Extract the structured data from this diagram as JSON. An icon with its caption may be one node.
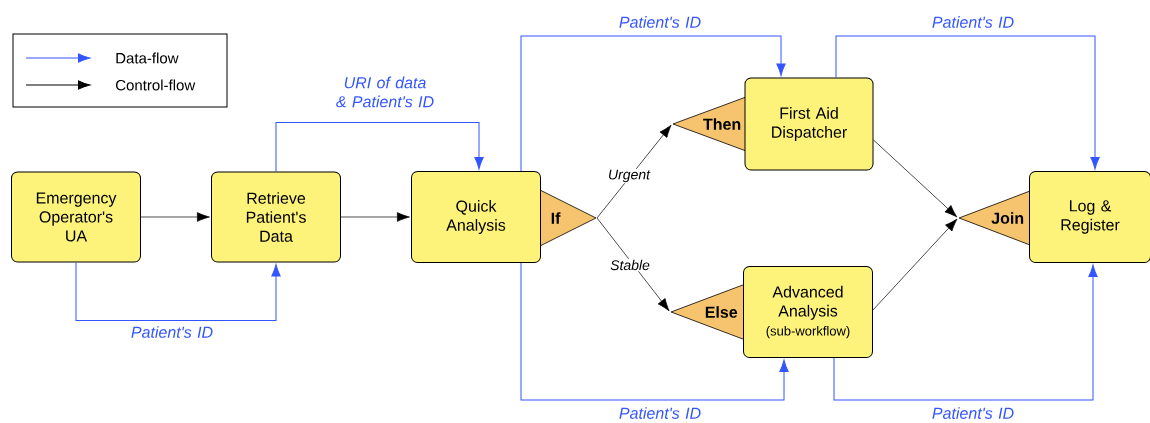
{
  "diagram": {
    "nodes": [
      {
        "text": [
          "Emergency Operator's UA"
        ]
      },
      {
        "text": [
          "Retrieve Patient's Data"
        ]
      },
      {
        "text": [
          "Quick Analysis"
        ]
      },
      {
        "text": [
          "If"
        ]
      },
      {
        "text": [
          "First Aid Dispatcher"
        ]
      },
      {
        "text": [
          "Then"
        ]
      },
      {
        "text": [
          "Advanced Analysis",
          "(sub-workflow)"
        ]
      },
      {
        "text": [
          "Else"
        ]
      },
      {
        "text": [
          "Log & Register"
        ]
      },
      {
        "text": [
          "Join"
        ]
      }
    ],
    "edges": [
      {
        "from": 0,
        "to": 1,
        "arrow": "to",
        "color": "#000000"
      },
      {
        "from": 1,
        "to": 2,
        "arrow": "to",
        "color": "#000000"
      },
      {
        "from": 0,
        "to": 1,
        "arrow": "to",
        "label": "Patient's ID",
        "color": "#3355ff"
      },
      {
        "from": 1,
        "to": 2,
        "arrow": "to",
        "label": "URI of data & Patient's ID",
        "color": "#3355ff"
      },
      {
        "from": 2,
        "to": 4,
        "arrow": "to",
        "label": "Patient's ID",
        "color": "#3355ff"
      },
      {
        "from": 2,
        "to": 6,
        "arrow": "to",
        "label": "Patient's ID",
        "color": "#3355ff"
      },
      {
        "from": 4,
        "to": 8,
        "arrow": "to",
        "label": "Patient's ID",
        "color": "#3355ff"
      },
      {
        "from": 6,
        "to": 8,
        "arrow": "to",
        "label": "Patient's ID",
        "color": "#3355ff"
      },
      {
        "from": 3,
        "to": 5,
        "arrow": "to",
        "label": "Urgent",
        "color": "#000000"
      },
      {
        "from": 3,
        "to": 7,
        "arrow": "to",
        "label": "Stable",
        "color": "#000000"
      },
      {
        "from": 4,
        "to": 9,
        "arrow": "to",
        "color": "#000000"
      },
      {
        "from": 6,
        "to": 9,
        "arrow": "to",
        "color": "#000000"
      }
    ],
    "legend": [
      {
        "text": "Data-flow"
      },
      {
        "text": "Control-flow"
      }
    ]
  }
}
